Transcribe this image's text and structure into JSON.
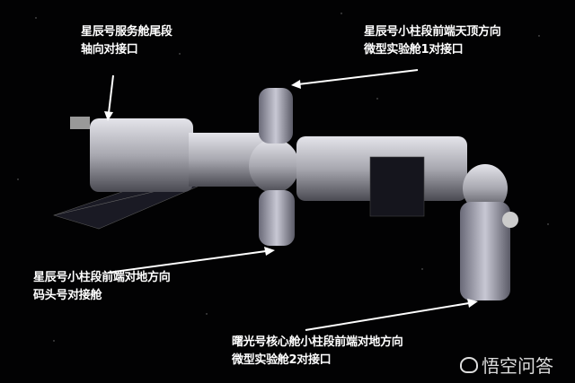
{
  "labels": [
    {
      "line1": "星辰号服务舱尾段",
      "line2": "轴向对接口"
    },
    {
      "line1": "星辰号小柱段前端天顶方向",
      "line2": "微型实验舱1对接口"
    },
    {
      "line1": "星辰号小柱段前端对地方向",
      "line2": "码头号对接舱"
    },
    {
      "line1": "曙光号核心舱小柱段前端对地方向",
      "line2": "微型实验舱2对接口"
    }
  ],
  "watermark": {
    "text": "悟空问答",
    "icon": "wukong-logo-icon"
  },
  "colors": {
    "background": "#000000",
    "label": "#ffffff",
    "station": "#b8b8be"
  }
}
